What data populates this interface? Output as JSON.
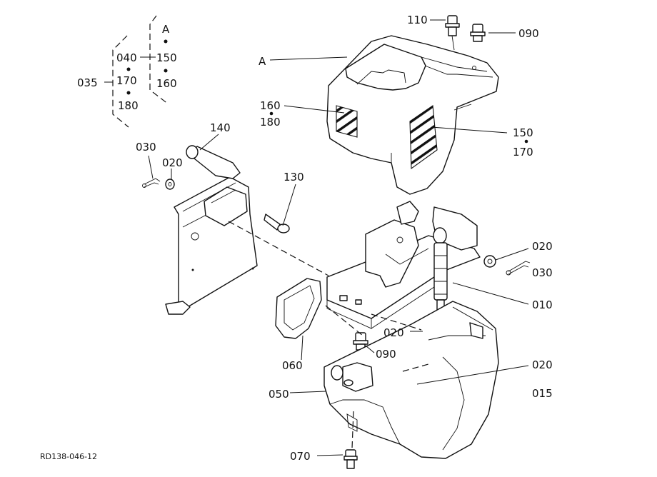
{
  "labels": {
    "p110": "110",
    "p090_top": "090",
    "pA_side": "A",
    "pA_group": "A",
    "p150_group": "150",
    "p160_group": "160",
    "p040": "040",
    "p170_group": "170",
    "p180_group": "180",
    "p035": "035",
    "p160_left": "160",
    "p180_left": "180",
    "p150_right": "150",
    "p170_right": "170",
    "p140": "140",
    "p030_left": "030",
    "p020_left": "020",
    "p130": "130",
    "p020_r1": "020",
    "p030_right": "030",
    "p010": "010",
    "p020_mid": "020",
    "p090_mid": "090",
    "p060": "060",
    "p020_r2": "020",
    "p050": "050",
    "p015": "015",
    "p070": "070"
  },
  "drawing_code": "RD138-046-12"
}
